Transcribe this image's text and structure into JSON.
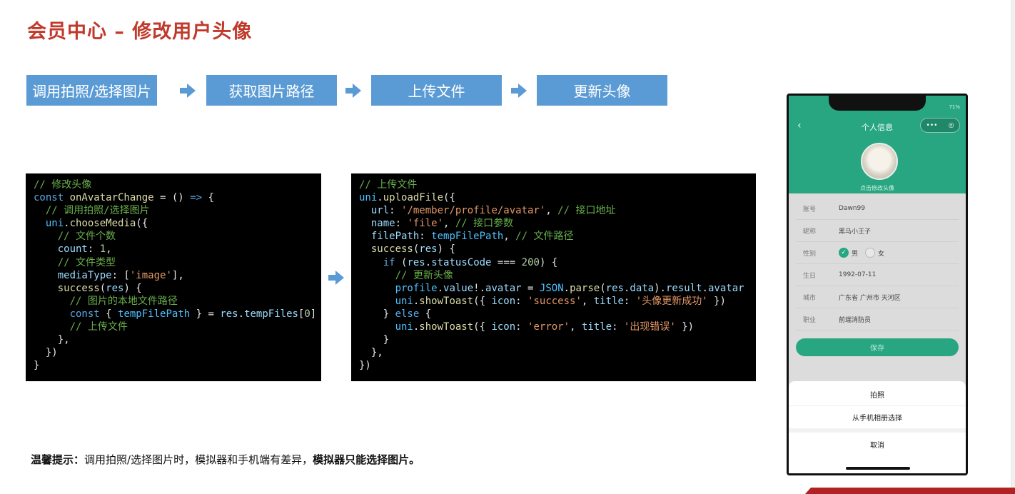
{
  "title": "会员中心 – 修改用户头像",
  "flow": [
    "调用拍照/选择图片",
    "获取图片路径",
    "上传文件",
    "更新头像"
  ],
  "code_left": [
    [
      [
        "c-com",
        "// 修改头像"
      ]
    ],
    [
      [
        "c-kw",
        "const "
      ],
      [
        "c-fn",
        "onAvatarChange"
      ],
      [
        "",
        ""
      ],
      [
        "",
        " = () "
      ],
      [
        "c-kw",
        "=>"
      ],
      [
        "",
        " {"
      ]
    ],
    [
      [
        "c-com",
        "  // 调用拍照/选择图片"
      ]
    ],
    [
      [
        "c-var",
        "  uni"
      ],
      [
        "",
        "."
      ],
      [
        "c-fn",
        "chooseMedia"
      ],
      [
        "",
        "({"
      ]
    ],
    [
      [
        "c-com",
        "    // 文件个数"
      ]
    ],
    [
      [
        "c-prop",
        "    count"
      ],
      [
        "",
        ": "
      ],
      [
        "c-num",
        "1"
      ],
      [
        "",
        ","
      ]
    ],
    [
      [
        "c-com",
        "    // 文件类型"
      ]
    ],
    [
      [
        "c-prop",
        "    mediaType"
      ],
      [
        "",
        ": ["
      ],
      [
        "c-str",
        "'image'"
      ],
      [
        "",
        "],"
      ]
    ],
    [
      [
        "c-fn",
        "    success"
      ],
      [
        "",
        "("
      ],
      [
        "c-prop",
        "res"
      ],
      [
        "",
        ") {"
      ]
    ],
    [
      [
        "c-com",
        "      // 图片的本地文件路径"
      ]
    ],
    [
      [
        "c-kw",
        "      const "
      ],
      [
        "",
        "{ "
      ],
      [
        "c-var",
        "tempFilePath"
      ],
      [
        "",
        " } = "
      ],
      [
        "c-prop",
        "res"
      ],
      [
        "",
        "."
      ],
      [
        "c-prop",
        "tempFiles"
      ],
      [
        "",
        "["
      ],
      [
        "c-num",
        "0"
      ],
      [
        "",
        "]"
      ]
    ],
    [
      [
        "c-com",
        "      // 上传文件"
      ]
    ],
    [
      [
        "",
        "    },"
      ]
    ],
    [
      [
        "",
        "  })"
      ]
    ],
    [
      [
        "",
        "}"
      ]
    ]
  ],
  "code_right": [
    [
      [
        "c-com",
        "// 上传文件"
      ]
    ],
    [
      [
        "c-var",
        "uni"
      ],
      [
        "",
        "."
      ],
      [
        "c-fn",
        "uploadFile"
      ],
      [
        "",
        "({"
      ]
    ],
    [
      [
        "c-prop",
        "  url"
      ],
      [
        "",
        ": "
      ],
      [
        "c-str",
        "'/member/profile/avatar'"
      ],
      [
        "",
        ", "
      ],
      [
        "c-com",
        "// 接口地址"
      ]
    ],
    [
      [
        "c-prop",
        "  name"
      ],
      [
        "",
        ": "
      ],
      [
        "c-str",
        "'file'"
      ],
      [
        "",
        ", "
      ],
      [
        "c-com",
        "// 接口参数"
      ]
    ],
    [
      [
        "c-prop",
        "  filePath"
      ],
      [
        "",
        ": "
      ],
      [
        "c-var",
        "tempFilePath"
      ],
      [
        "",
        ", "
      ],
      [
        "c-com",
        "// 文件路径"
      ]
    ],
    [
      [
        "c-fn",
        "  success"
      ],
      [
        "",
        "("
      ],
      [
        "c-prop",
        "res"
      ],
      [
        "",
        ") {"
      ]
    ],
    [
      [
        "c-kw",
        "    if "
      ],
      [
        "",
        "("
      ],
      [
        "c-prop",
        "res"
      ],
      [
        "",
        "."
      ],
      [
        "c-prop",
        "statusCode"
      ],
      [
        "",
        " === "
      ],
      [
        "c-num",
        "200"
      ],
      [
        "",
        ") {"
      ]
    ],
    [
      [
        "c-com",
        "      // 更新头像"
      ]
    ],
    [
      [
        "c-var",
        "      profile"
      ],
      [
        "",
        "."
      ],
      [
        "c-prop",
        "value"
      ],
      [
        "",
        "!."
      ],
      [
        "c-prop",
        "avatar"
      ],
      [
        "",
        " = "
      ],
      [
        "c-var",
        "JSON"
      ],
      [
        "",
        "."
      ],
      [
        "c-fn",
        "parse"
      ],
      [
        "",
        "("
      ],
      [
        "c-prop",
        "res"
      ],
      [
        "",
        "."
      ],
      [
        "c-prop",
        "data"
      ],
      [
        "",
        ")."
      ],
      [
        "c-prop",
        "result"
      ],
      [
        "",
        "."
      ],
      [
        "c-prop",
        "avatar"
      ]
    ],
    [
      [
        "c-var",
        "      uni"
      ],
      [
        "",
        "."
      ],
      [
        "c-fn",
        "showToast"
      ],
      [
        "",
        "({ "
      ],
      [
        "c-prop",
        "icon"
      ],
      [
        "",
        ": "
      ],
      [
        "c-str",
        "'success'"
      ],
      [
        "",
        ", "
      ],
      [
        "c-prop",
        "title"
      ],
      [
        "",
        ": "
      ],
      [
        "c-str",
        "'头像更新成功'"
      ],
      [
        "",
        " })"
      ]
    ],
    [
      [
        "",
        "    } "
      ],
      [
        "c-kw",
        "else"
      ],
      [
        "",
        " {"
      ]
    ],
    [
      [
        "c-var",
        "      uni"
      ],
      [
        "",
        "."
      ],
      [
        "c-fn",
        "showToast"
      ],
      [
        "",
        "({ "
      ],
      [
        "c-prop",
        "icon"
      ],
      [
        "",
        ": "
      ],
      [
        "c-str",
        "'error'"
      ],
      [
        "",
        ", "
      ],
      [
        "c-prop",
        "title"
      ],
      [
        "",
        ": "
      ],
      [
        "c-str",
        "'出现错误'"
      ],
      [
        "",
        " })"
      ]
    ],
    [
      [
        "",
        "    }"
      ]
    ],
    [
      [
        "",
        "  },"
      ]
    ],
    [
      [
        "",
        "})"
      ]
    ]
  ],
  "tip": {
    "label": "温馨提示：",
    "text": "调用拍照/选择图片时，模拟器和手机端有差异，",
    "bold": "模拟器只能选择图片。"
  },
  "phone": {
    "status": "71%",
    "back": "‹",
    "title": "个人信息",
    "capsule_dots": "•••",
    "capsule_close": "◎",
    "avatar_tip": "点击修改头像",
    "fields": [
      {
        "label": "账号",
        "value": "Dawn99"
      },
      {
        "label": "昵称",
        "value": "黑马小王子"
      },
      {
        "label": "性别",
        "male": "男",
        "female": "女"
      },
      {
        "label": "生日",
        "value": "1992-07-11"
      },
      {
        "label": "城市",
        "value": "广东省 广州市 天河区"
      },
      {
        "label": "职业",
        "value": "前端消防员"
      }
    ],
    "save": "保存",
    "sheet": [
      "拍照",
      "从手机相册选择",
      "取消"
    ]
  },
  "colors": {
    "accent": "#27a681",
    "flow": "#5b9bd5",
    "title": "#c0392b"
  }
}
